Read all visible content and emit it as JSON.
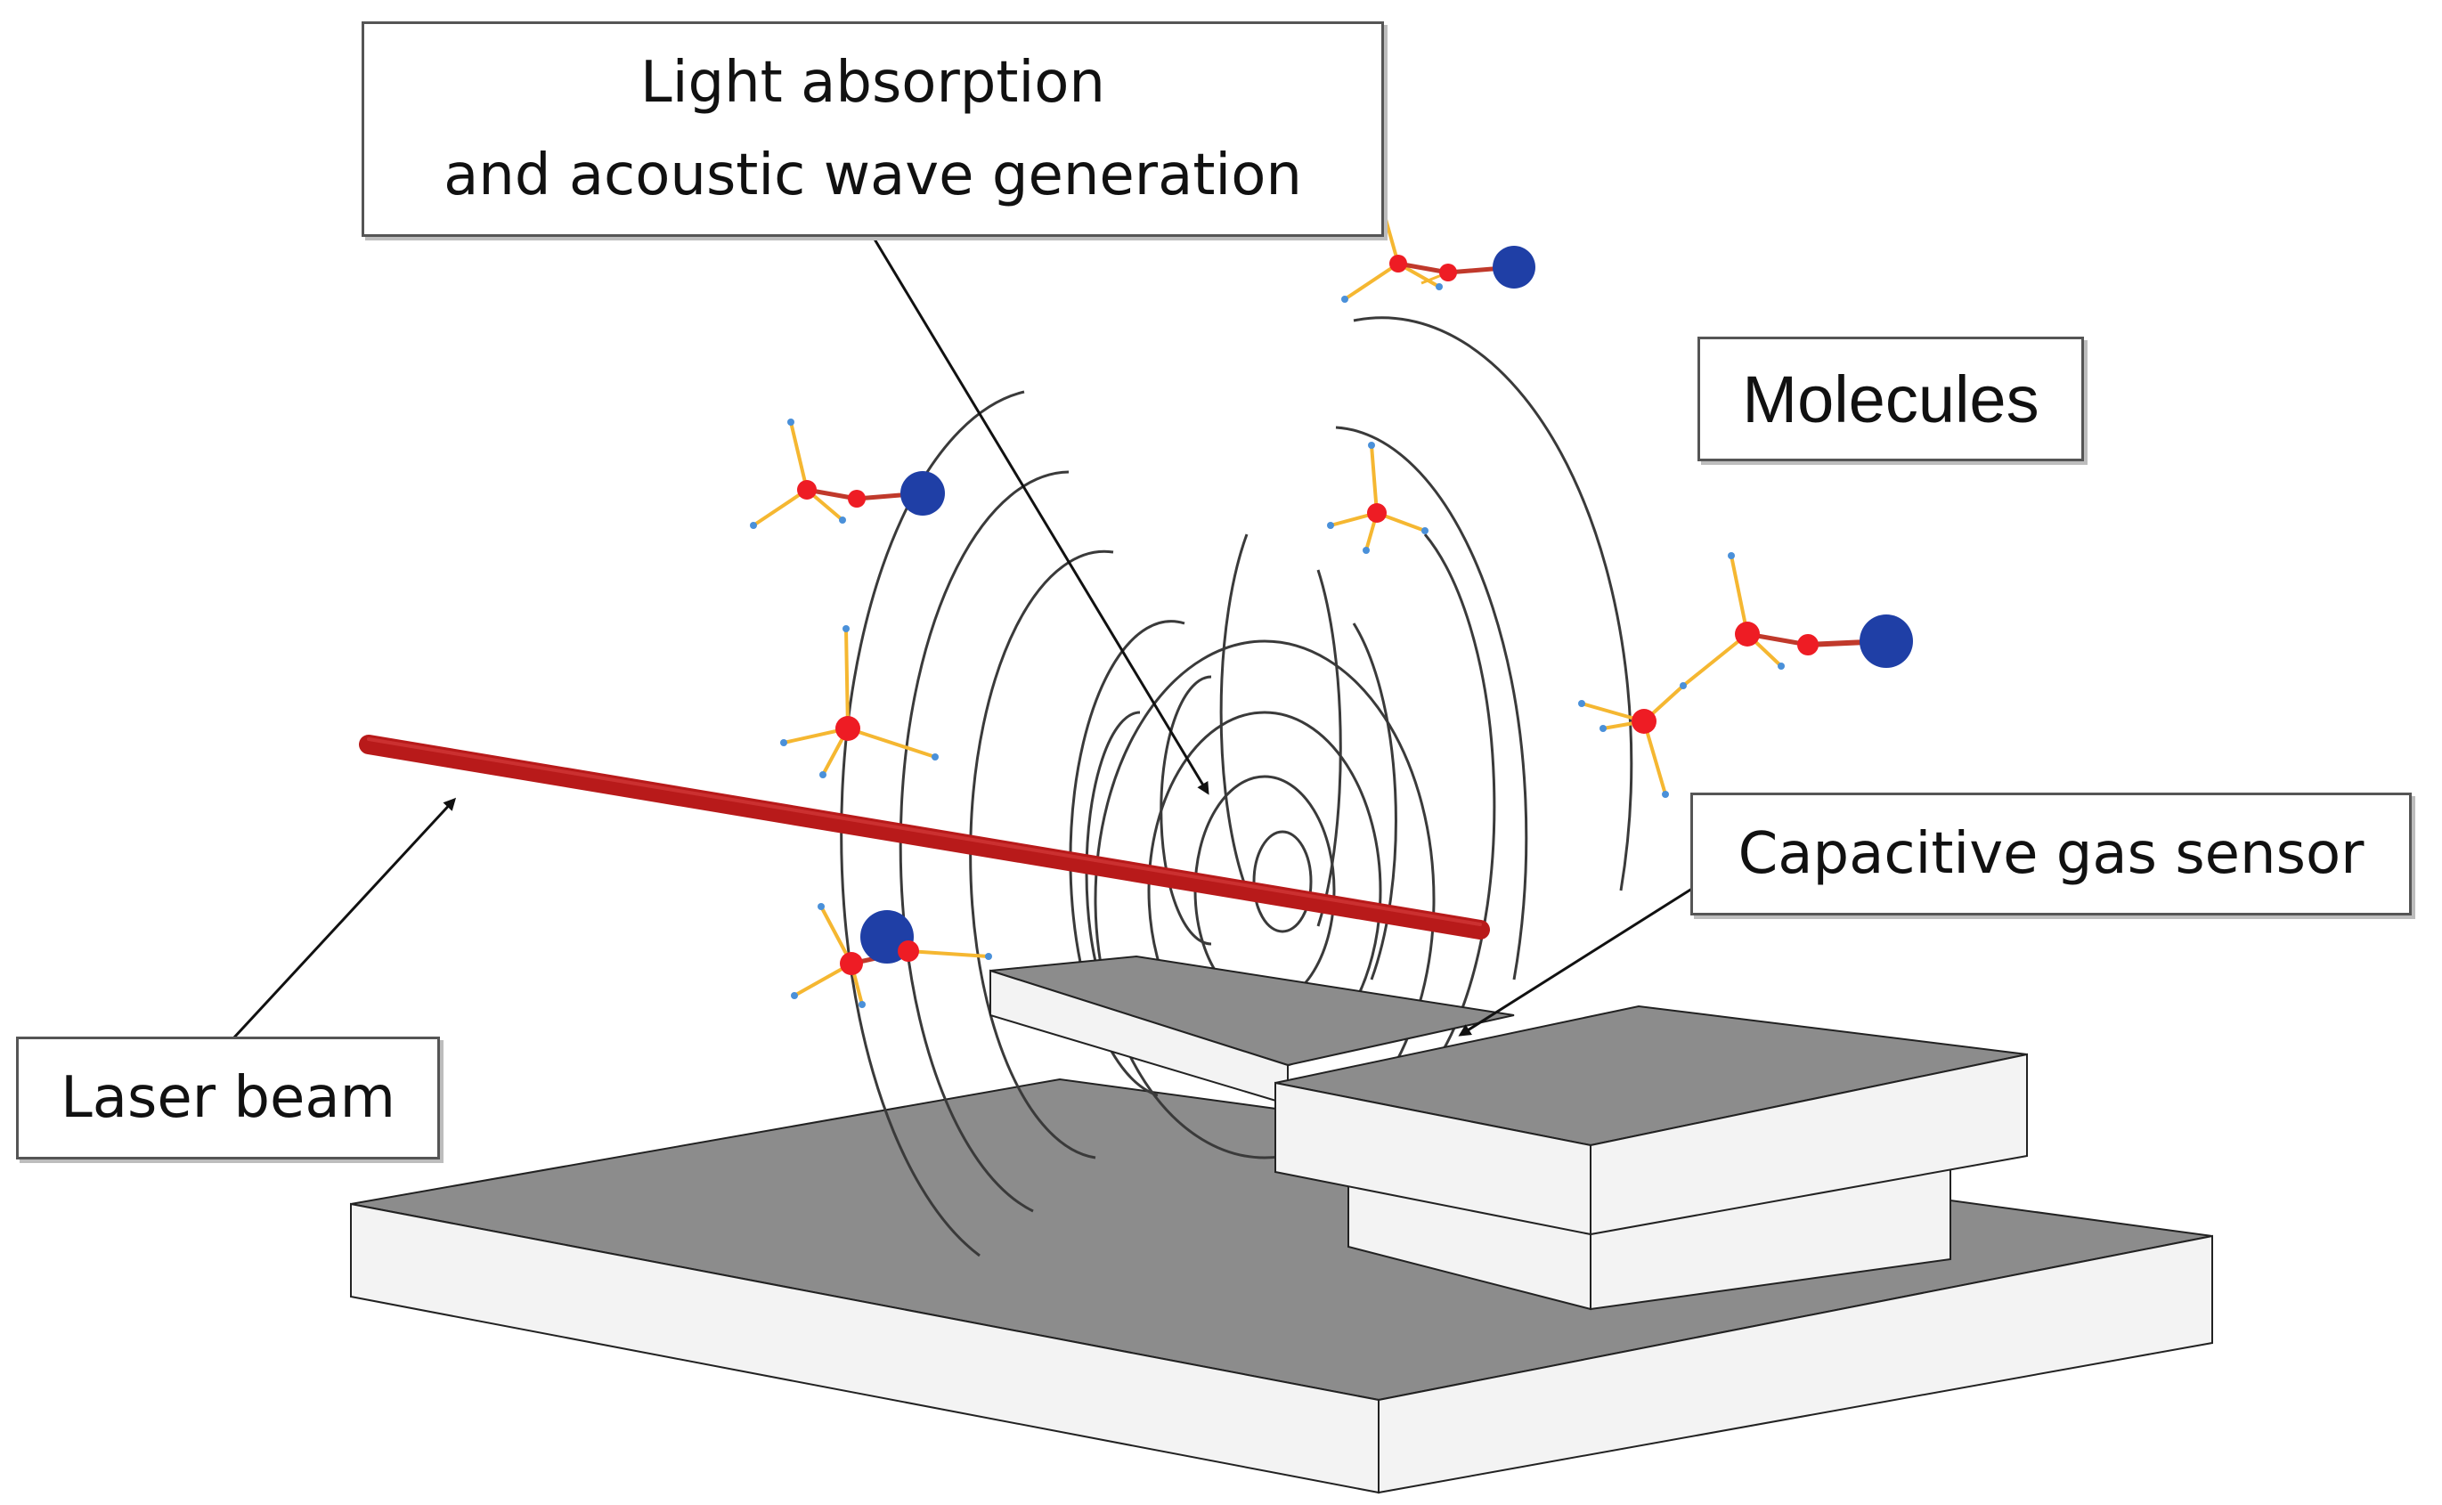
{
  "labels": {
    "light_absorption_line1": "Light absorption",
    "light_absorption_line2": "and acoustic wave generation",
    "molecules": "Molecules",
    "capacitive_gas_sensor": "Capacitive gas sensor",
    "laser_beam": "Laser beam"
  },
  "colors": {
    "laser": "#b81a1a",
    "atom_center": "#ee1c24",
    "atom_large": "#1f3fa6",
    "atom_small": "#4a90d9",
    "bond": "#f5b731",
    "bond_red": "#c0392b",
    "surface_top": "#8c8c8c",
    "surface_side": "#f3f3f3",
    "wave": "#3a3a3a"
  }
}
